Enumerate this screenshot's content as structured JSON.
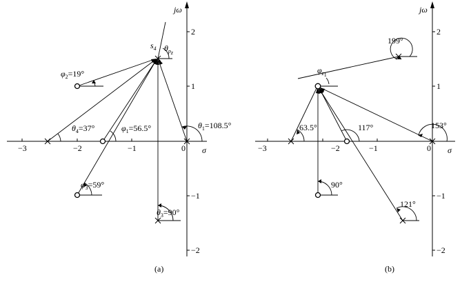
{
  "panel_a": {
    "caption": "(a)",
    "axis_y_label": "jω",
    "axis_x_label": "σ",
    "ticks_x": [
      "−3",
      "−2",
      "−1",
      "0"
    ],
    "ticks_y": [
      "2",
      "1",
      "−1",
      "−2"
    ],
    "point_label": {
      "base": "s",
      "sub": "4"
    },
    "theta_pz": {
      "base": "θ",
      "sub": "p",
      "subsub": "z"
    },
    "labels": {
      "phi2": {
        "base": "φ",
        "sub": "2",
        "tail": "=19°"
      },
      "theta4": {
        "base": "θ",
        "sub": "4",
        "tail": "=37°"
      },
      "phi1": {
        "base": "φ",
        "sub": "1",
        "tail": "=56.5°"
      },
      "theta1": {
        "base": "θ",
        "sub": "1",
        "tail": "=108.5°"
      },
      "phi3": {
        "base": "φ",
        "sub": "3",
        "tail": "=59°"
      },
      "theta3": {
        "base": "θ",
        "sub": "3",
        "tail": "=90°"
      }
    }
  },
  "panel_b": {
    "caption": "(b)",
    "axis_y_label": "jω",
    "axis_x_label": "σ",
    "ticks_x": [
      "−3",
      "−2",
      "−1",
      "0"
    ],
    "ticks_y": [
      "2",
      "1",
      "−1",
      "−2"
    ],
    "phi_z": {
      "base": "φ",
      "sub": "z",
      "subsub": "1"
    },
    "angles": {
      "a199": "199°",
      "a63": "63.5°",
      "a117": "117°",
      "a153": "153°",
      "a90": "90°",
      "a121": "121°"
    }
  }
}
